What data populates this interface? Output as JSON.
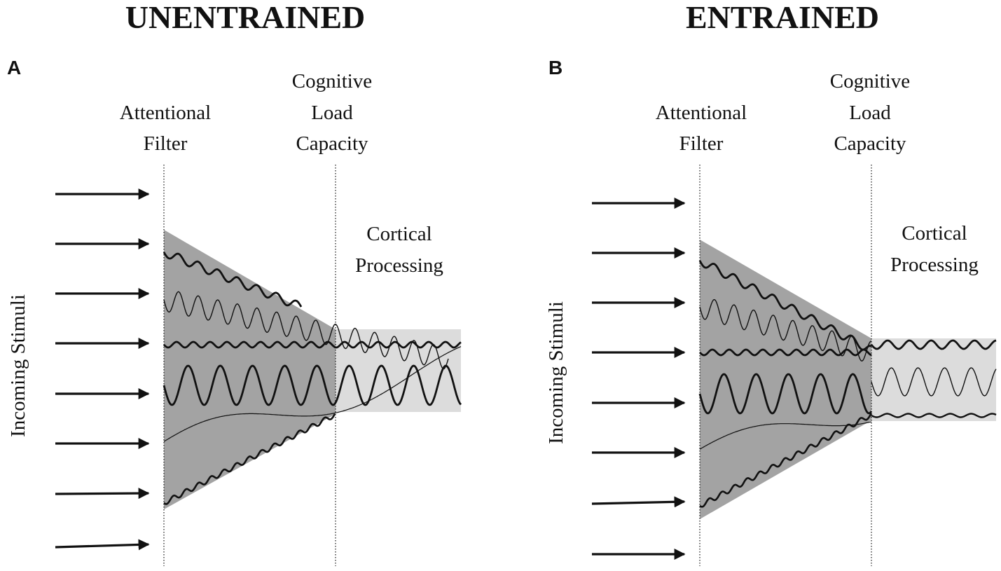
{
  "panels": [
    {
      "title": "UNENTRAINED",
      "letter": "A",
      "y_axis_label": "Incoming Stimuli",
      "filter_label": [
        "Attentional",
        "Filter"
      ],
      "capacity_label": [
        "Cognitive",
        "Load",
        "Capacity"
      ],
      "processing_label": [
        "Cortical",
        "Processing"
      ]
    },
    {
      "title": "ENTRAINED",
      "letter": "B",
      "y_axis_label": "Incoming Stimuli",
      "filter_label": [
        "Attentional",
        "Filter"
      ],
      "capacity_label": [
        "Cognitive",
        "Load",
        "Capacity"
      ],
      "processing_label": [
        "Cortical",
        "Processing"
      ]
    }
  ],
  "colors": {
    "funnel_fill": "#a3a3a3",
    "processing_fill": "#dcdcdc",
    "stroke": "#111111"
  },
  "icons": {
    "stimulus": "right-arrow-icon",
    "signal": "wave-line"
  }
}
